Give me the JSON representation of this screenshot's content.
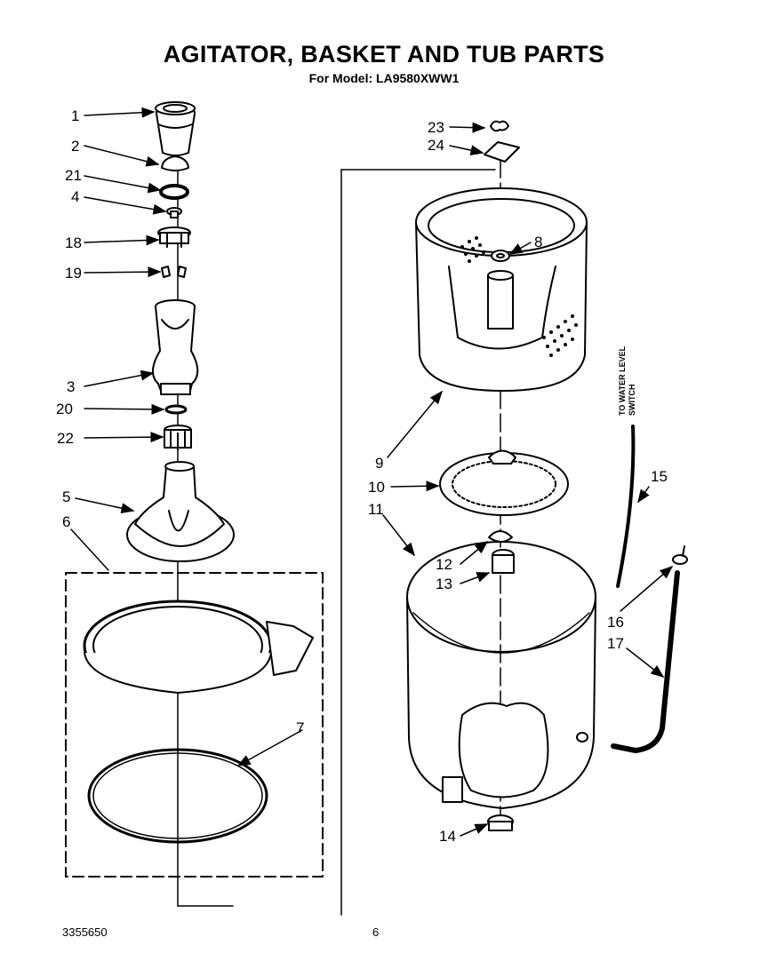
{
  "title": "AGITATOR, BASKET AND TUB PARTS",
  "subtitle": "For Model: LA9580XWW1",
  "footer": {
    "doc_number": "3355650",
    "page_number": "6"
  },
  "side_note": {
    "line1": "TO WATER LEVEL",
    "line2": "SWITCH"
  },
  "callouts": [
    {
      "key": "1",
      "label": "1"
    },
    {
      "key": "2",
      "label": "2"
    },
    {
      "key": "21",
      "label": "21"
    },
    {
      "key": "4",
      "label": "4"
    },
    {
      "key": "18",
      "label": "18"
    },
    {
      "key": "19",
      "label": "19"
    },
    {
      "key": "3",
      "label": "3"
    },
    {
      "key": "20",
      "label": "20"
    },
    {
      "key": "22",
      "label": "22"
    },
    {
      "key": "5",
      "label": "5"
    },
    {
      "key": "6",
      "label": "6"
    },
    {
      "key": "7",
      "label": "7"
    },
    {
      "key": "23",
      "label": "23"
    },
    {
      "key": "24",
      "label": "24"
    },
    {
      "key": "8",
      "label": "8"
    },
    {
      "key": "9",
      "label": "9"
    },
    {
      "key": "10",
      "label": "10"
    },
    {
      "key": "11",
      "label": "11"
    },
    {
      "key": "12",
      "label": "12"
    },
    {
      "key": "13",
      "label": "13"
    },
    {
      "key": "14",
      "label": "14"
    },
    {
      "key": "15",
      "label": "15"
    },
    {
      "key": "16",
      "label": "16"
    },
    {
      "key": "17",
      "label": "17"
    }
  ]
}
